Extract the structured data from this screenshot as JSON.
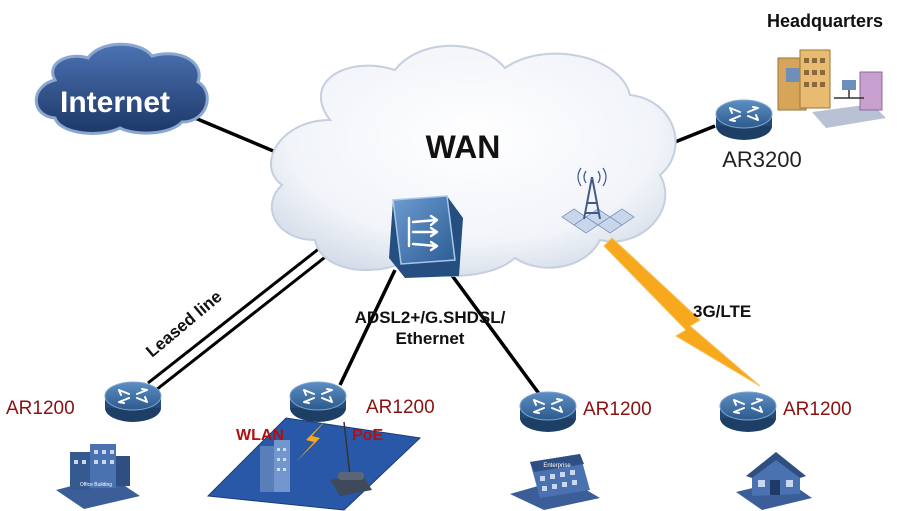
{
  "nodes": {
    "internet": "Internet",
    "wan": "WAN",
    "headquarters": "Headquarters",
    "hq_router": "AR3200",
    "branch_leased": "AR1200",
    "branch_wlan": "AR1200",
    "branch_enterprise": "AR1200",
    "branch_home": "AR1200"
  },
  "links": {
    "leased_line": "Leased line",
    "adsl_line1": "ADSL2+/G.SHDSL/",
    "adsl_line2": "Ethernet",
    "wireless": "3G/LTE",
    "wlan": "WLAN",
    "poe": "PoE"
  },
  "building_labels": {
    "office": "Office Building",
    "enterprise": "Enterprise"
  },
  "icons": [
    "cloud-icon",
    "router-icon",
    "switch-icon",
    "cell-tower-icon",
    "lightning-icon",
    "building-icon",
    "house-icon",
    "phone-icon"
  ],
  "colors": {
    "router_label": "#8b1010",
    "router_body": "#2f5f8f",
    "internet_cloud": "#2b4f86",
    "lightning": "#f7a81c",
    "wlan_label": "#b01010"
  }
}
